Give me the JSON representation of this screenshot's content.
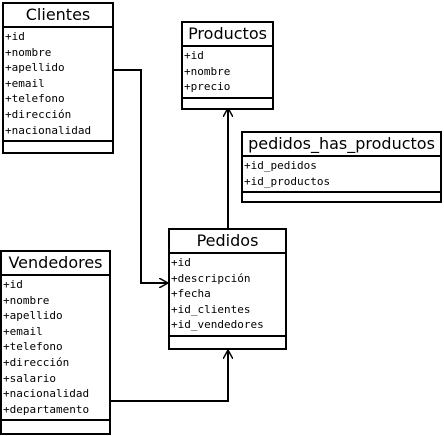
{
  "classes": {
    "clientes": {
      "name": "Clientes",
      "attributes": [
        "+id",
        "+nombre",
        "+apellido",
        "+email",
        "+telefono",
        "+dirección",
        "+nacionalidad"
      ]
    },
    "productos": {
      "name": "Productos",
      "attributes": [
        "+id",
        "+nombre",
        "+precio"
      ]
    },
    "pedidos_has_productos": {
      "name": "pedidos_has_productos",
      "attributes": [
        "+id_pedidos",
        "+id_productos"
      ]
    },
    "pedidos": {
      "name": "Pedidos",
      "attributes": [
        "+id",
        "+descripción",
        "+fecha",
        "+id_clientes",
        "+id_vendedores"
      ]
    },
    "vendedores": {
      "name": "Vendedores",
      "attributes": [
        "+id",
        "+nombre",
        "+apellido",
        "+email",
        "+telefono",
        "+dirección",
        "+salario",
        "+nacionalidad",
        "+departamento"
      ]
    }
  }
}
